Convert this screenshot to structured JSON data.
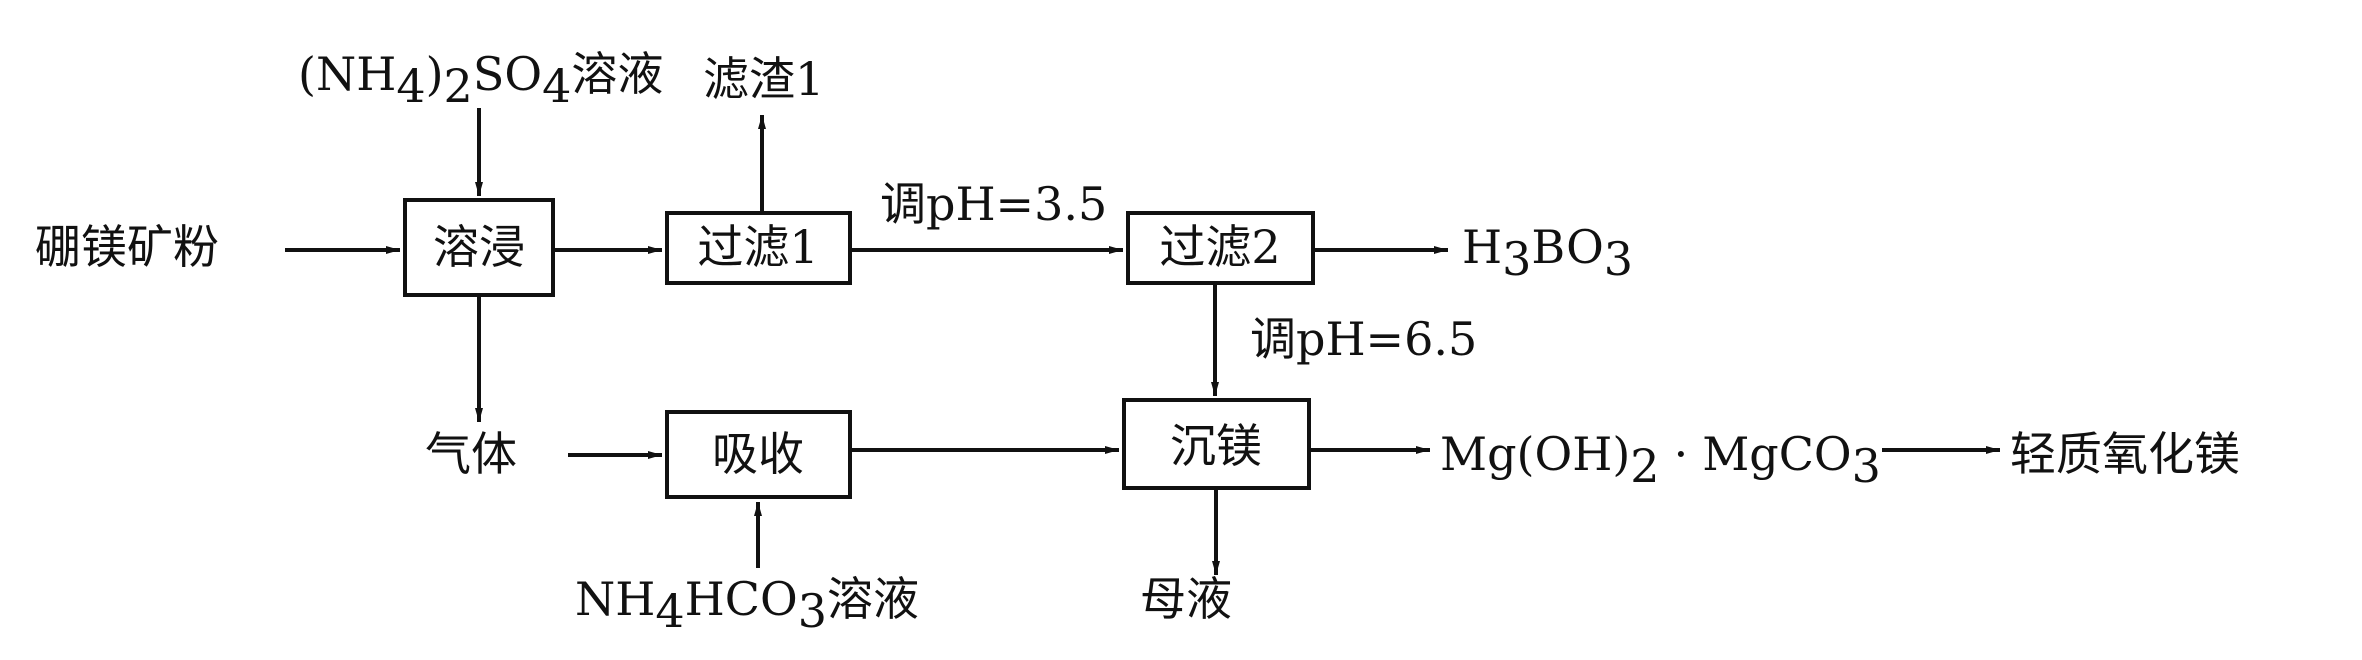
{
  "nodes": {
    "ore_powder": "硼镁矿粉",
    "dissolve_leach": "溶浸",
    "filter1": "过滤1",
    "filter2": "过滤2",
    "precipitate_mg": "沉镁",
    "gas": "气体",
    "absorb": "吸收",
    "residue1": "滤渣1",
    "mother_liquor": "母液",
    "light_mgo": "轻质氧化镁"
  },
  "reagents": {
    "ammonium_sulfate": {
      "open": "(NH",
      "sub1": "4",
      "mid": ")",
      "sub2": "2",
      "main": "SO",
      "sub3": "4",
      "suffix": "溶液"
    },
    "ammonium_bicarbonate": {
      "main": "NH",
      "sub1": "4",
      "mid": "HCO",
      "sub2": "3",
      "suffix": "溶液"
    },
    "boric_acid": {
      "h": "H",
      "sub1": "3",
      "mid": "BO",
      "sub2": "3"
    },
    "basic_mg_carbonate": {
      "main": "Mg(OH)",
      "sub1": "2",
      "dot": "·",
      "second": "MgCO",
      "sub2": "3"
    }
  },
  "conditions": {
    "ph_35": "调pH=3.5",
    "ph_65": "调pH=6.5"
  }
}
